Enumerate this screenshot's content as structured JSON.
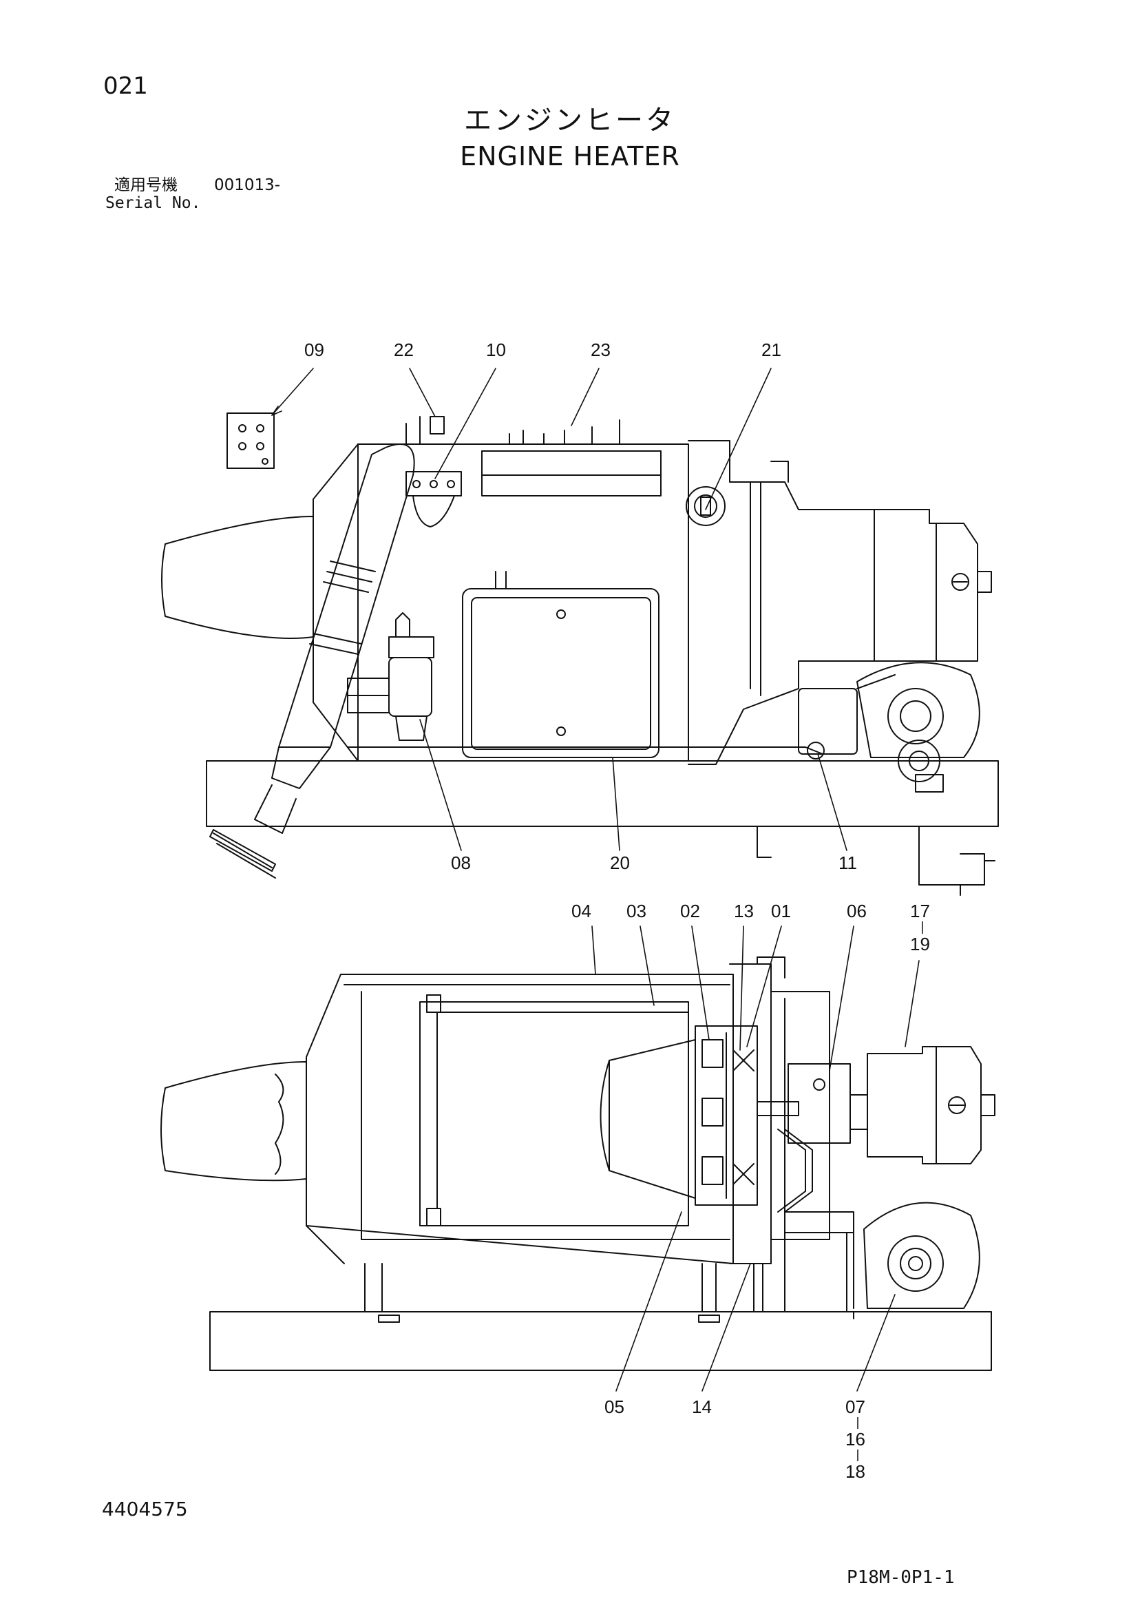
{
  "page_number": "021",
  "title_jp": "エンジンヒータ",
  "title_en": "ENGINE HEATER",
  "serial": {
    "label_jp": "適用号機",
    "value": "001013-",
    "label_en": "Serial No."
  },
  "document_number": "4404575",
  "page_code": "P18M-0P1-1",
  "callouts": {
    "top_view": [
      "09",
      "22",
      "10",
      "23",
      "21",
      "08",
      "20",
      "11"
    ],
    "bottom_view": [
      "04",
      "03",
      "02",
      "13",
      "01",
      "06",
      "17",
      "19",
      "05",
      "14",
      "07",
      "16",
      "18"
    ]
  }
}
